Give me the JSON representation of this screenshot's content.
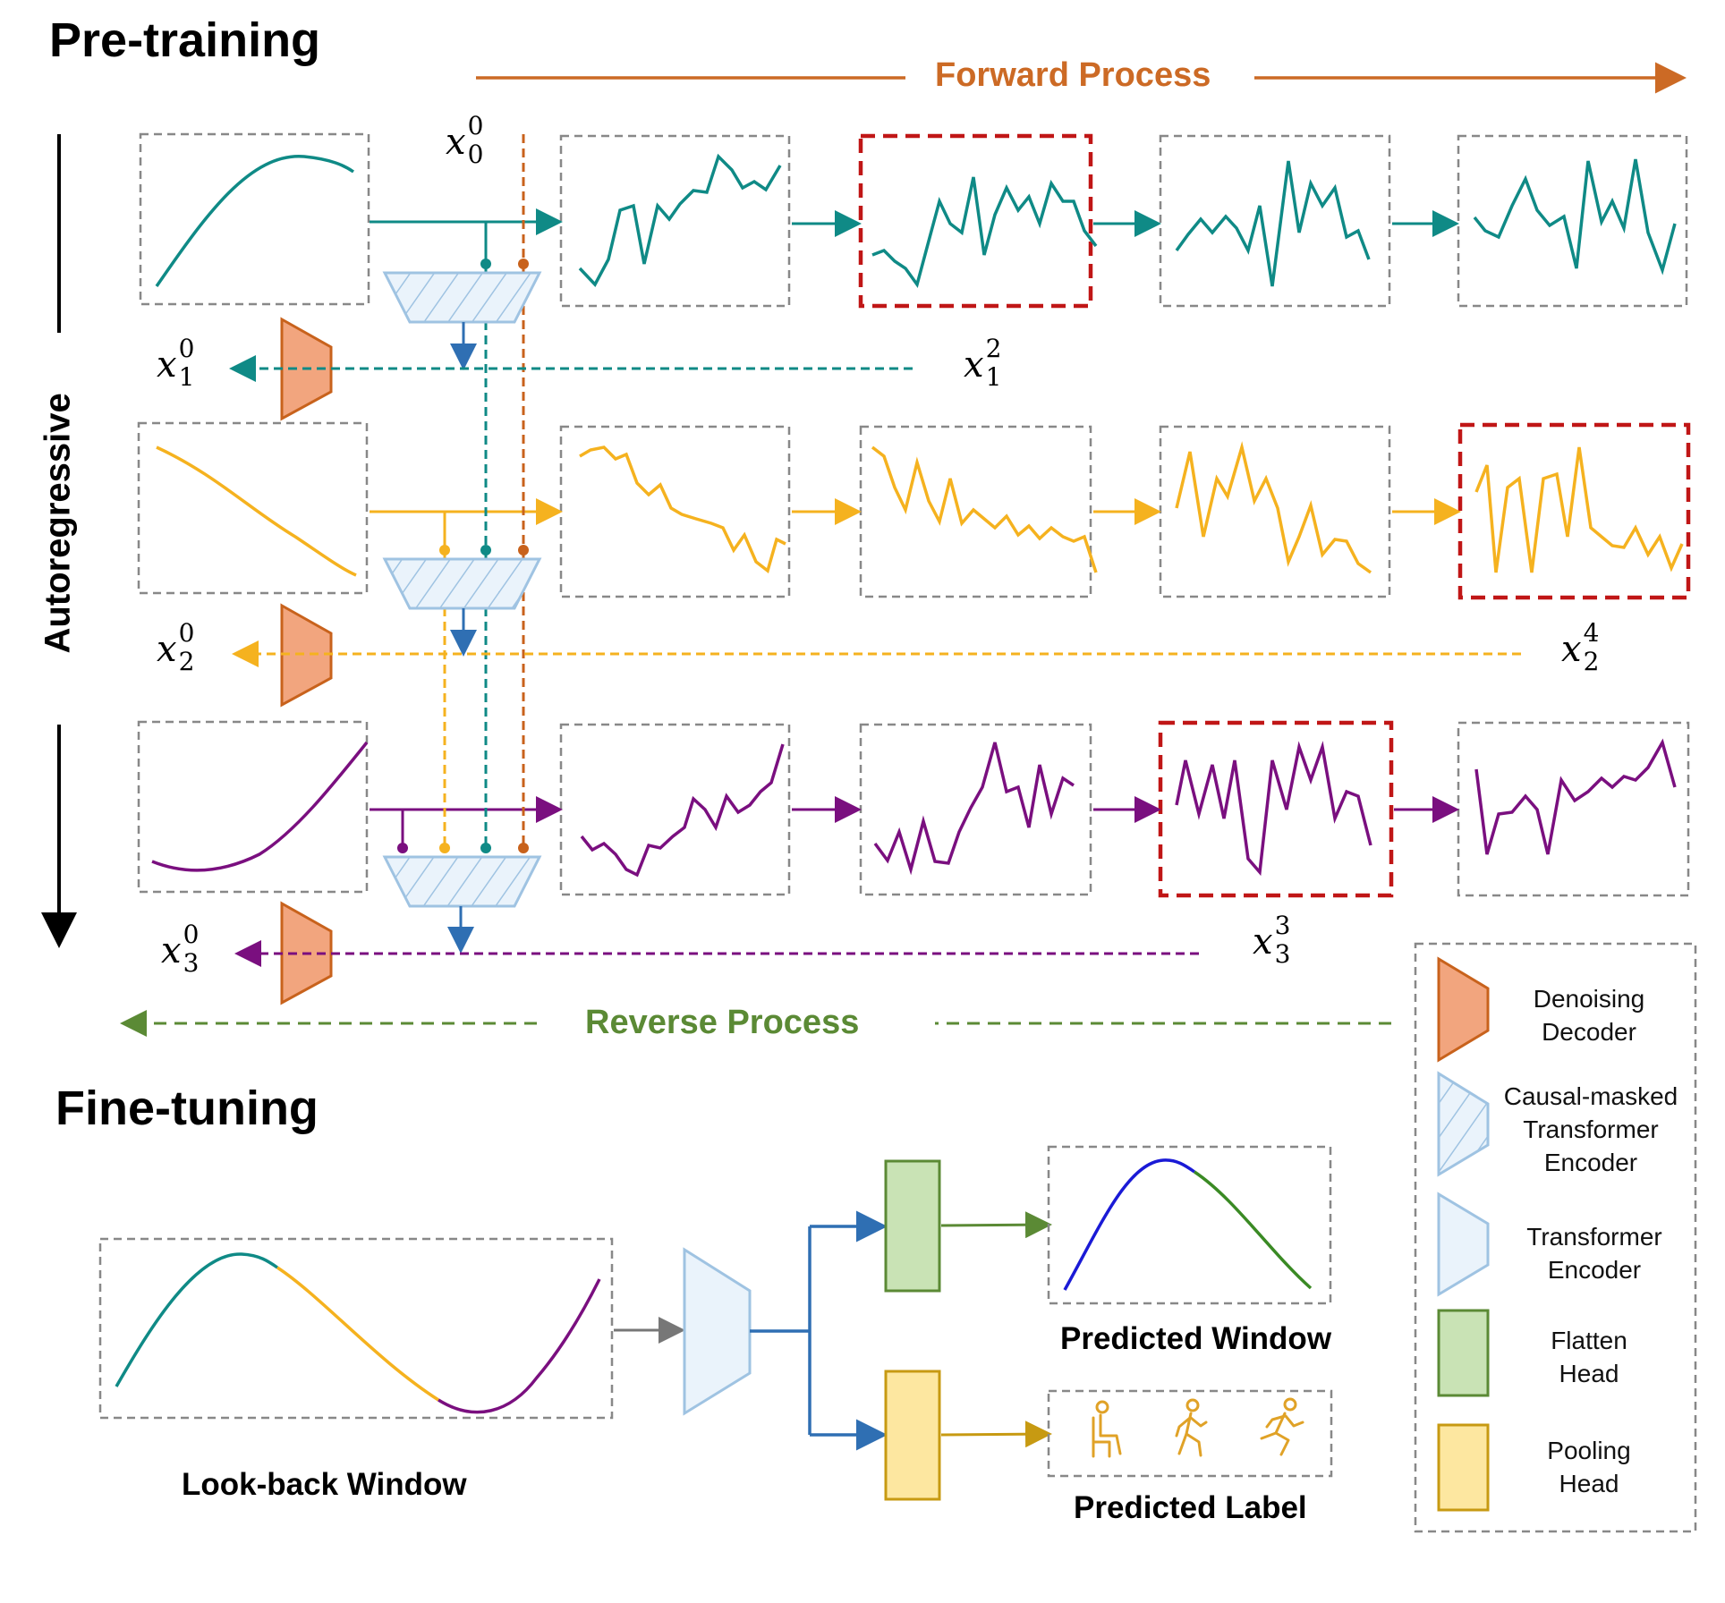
{
  "titles": {
    "pretraining": "Pre-training",
    "finetuning": "Fine-tuning",
    "forward": "Forward Process",
    "reverse": "Reverse Process",
    "autoregressive": "Autoregressive"
  },
  "math": {
    "x00": {
      "base": "x",
      "sup": "0",
      "sub": "0"
    },
    "x10": {
      "base": "x",
      "sup": "0",
      "sub": "1"
    },
    "x12": {
      "base": "x",
      "sup": "2",
      "sub": "1"
    },
    "x20": {
      "base": "x",
      "sup": "0",
      "sub": "2"
    },
    "x24": {
      "base": "x",
      "sup": "4",
      "sub": "2"
    },
    "x30": {
      "base": "x",
      "sup": "0",
      "sub": "3"
    },
    "x33": {
      "base": "x",
      "sup": "3",
      "sub": "3"
    }
  },
  "finetune_labels": {
    "lookback": "Look-back Window",
    "pred_window": "Predicted Window",
    "pred_label": "Predicted Label"
  },
  "legend": {
    "denoising": [
      "Denoising",
      "Decoder"
    ],
    "causal": [
      "Causal-masked",
      "Transformer",
      "Encoder"
    ],
    "transformer": [
      "Transformer",
      "Encoder"
    ],
    "flatten": [
      "Flatten",
      "Head"
    ],
    "pooling": [
      "Pooling",
      "Head"
    ]
  },
  "colors": {
    "teal": "#0f8a86",
    "yellow": "#f5b21f",
    "purple": "#7a0f7f",
    "orange_line": "#c8621c",
    "forward": "#cc6a25",
    "reverse": "#5b8a35",
    "red_box": "#c01616",
    "decoder_fill": "#f2a57e",
    "decoder_stroke": "#c8621c",
    "encoder_fill": "#eaf3fb",
    "encoder_stroke": "#9fc3e2",
    "blue_arrow": "#2f6fb3",
    "flatten_fill": "#c9e3b5",
    "flatten_stroke": "#5b8a35",
    "pooling_fill": "#fde7a0",
    "pooling_stroke": "#c79a12",
    "activity": "#e0a227"
  },
  "icons": [
    "sitting-person-icon",
    "walking-person-icon",
    "running-person-icon"
  ]
}
